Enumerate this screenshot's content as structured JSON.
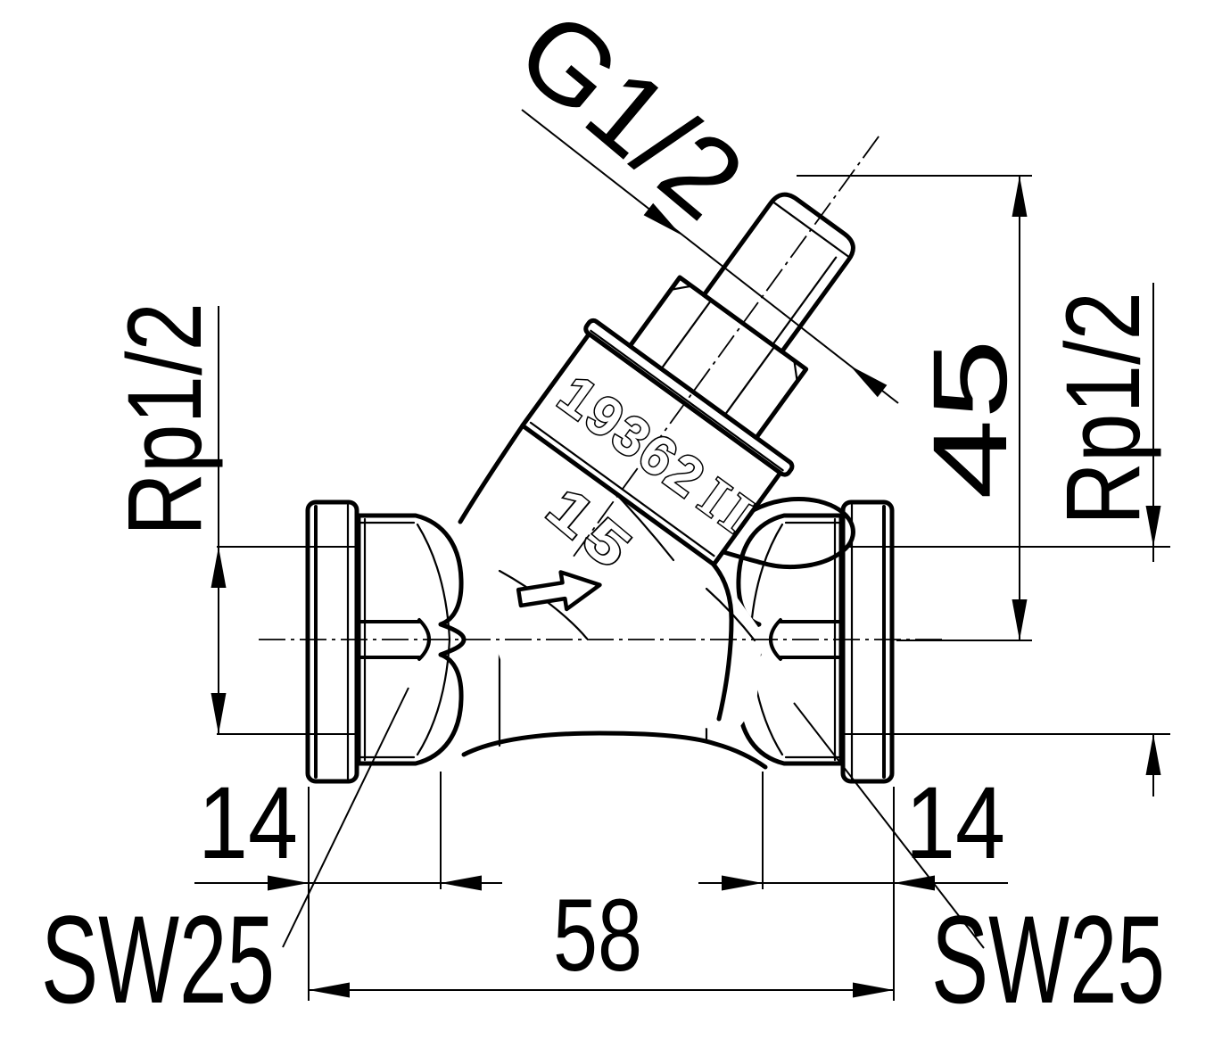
{
  "drawing": {
    "type": "technical-dimension-drawing",
    "subject": "inclined-seat-valve",
    "colors": {
      "line": "#000000",
      "background": "#ffffff"
    },
    "labels": {
      "top_thread": "G1/2",
      "left_port_thread": "Rp1/2",
      "right_port_thread": "Rp1/2",
      "stem_height": "45",
      "left_socket_depth": "14",
      "right_socket_depth": "14",
      "face_to_face": "58",
      "left_wrench_size": "SW25",
      "right_wrench_size": "SW25"
    },
    "cast_marks": {
      "model_number": "19362",
      "model_suffix": "II",
      "nominal_size": "15",
      "flow_arrow_icon": "arrow-right"
    }
  }
}
